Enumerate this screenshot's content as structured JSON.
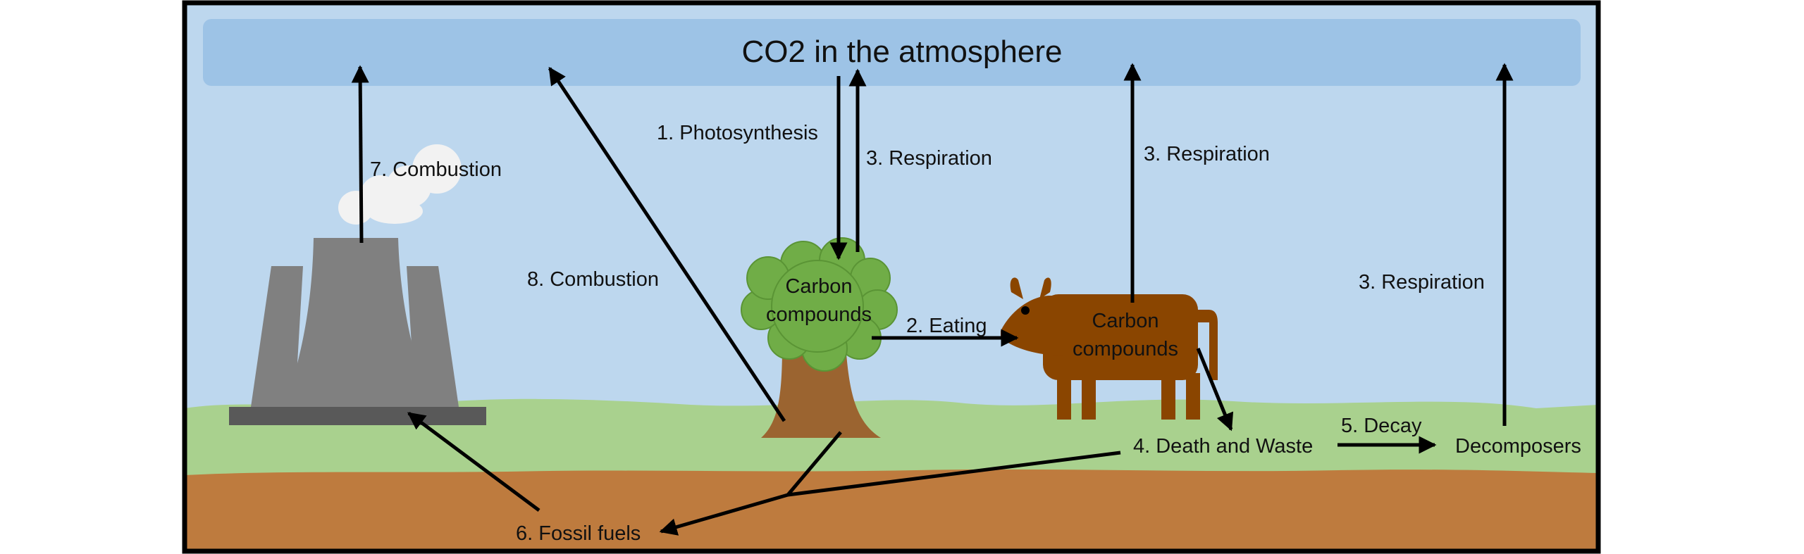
{
  "title": "CO2 in the atmosphere",
  "labels": {
    "photosynthesis": "1. Photosynthesis",
    "eating": "2. Eating",
    "respiration_tree": "3. Respiration",
    "respiration_cow": "3. Respiration",
    "respiration_decomposers": "3. Respiration",
    "death_waste": "4. Death and Waste",
    "decay": "5. Decay",
    "fossil_fuels": "6. Fossil fuels",
    "combustion_7": "7. Combustion",
    "combustion_8": "8. Combustion",
    "tree_line1": "Carbon",
    "tree_line2": "compounds",
    "cow_line1": "Carbon",
    "cow_line2": "compounds",
    "decomposers": "Decomposers"
  },
  "colors": {
    "sky": "#bdd7ee",
    "atmosphere_band": "#9dc3e6",
    "grass": "#a9d18e",
    "soil": "#be7b3e",
    "tree_canopy": "#70ad47",
    "tree_trunk": "#9b6430",
    "cow": "#8a4500",
    "power_plant": "#808080",
    "power_plant_base": "#595959",
    "smoke": "#f2f2f2",
    "arrow": "#000000",
    "frame": "#000000"
  },
  "icons": [
    "power-plant-icon",
    "smoke-cloud-icon",
    "tree-icon",
    "cow-icon"
  ]
}
